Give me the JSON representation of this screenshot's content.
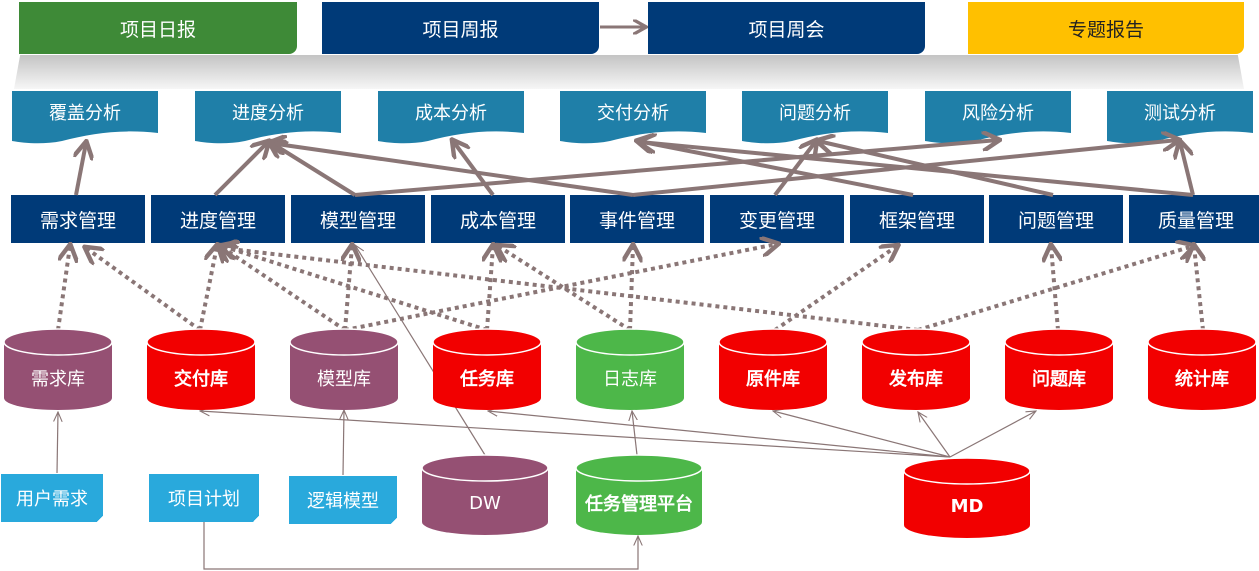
{
  "top_tabs": [
    {
      "label": "项目日报",
      "color": "#3e8a37"
    },
    {
      "label": "项目周报",
      "color": "#003a78"
    },
    {
      "label": "项目周会",
      "color": "#003a78"
    },
    {
      "label": "专题报告",
      "color": "#ffc000"
    }
  ],
  "analysis": [
    {
      "label": "覆盖分析"
    },
    {
      "label": "进度分析"
    },
    {
      "label": "成本分析"
    },
    {
      "label": "交付分析"
    },
    {
      "label": "问题分析"
    },
    {
      "label": "风险分析"
    },
    {
      "label": "测试分析"
    }
  ],
  "management": [
    {
      "label": "需求管理"
    },
    {
      "label": "进度管理"
    },
    {
      "label": "模型管理"
    },
    {
      "label": "成本管理"
    },
    {
      "label": "事件管理"
    },
    {
      "label": "变更管理"
    },
    {
      "label": "框架管理"
    },
    {
      "label": "问题管理"
    },
    {
      "label": "质量管理"
    }
  ],
  "repositories": [
    {
      "label": "需求库",
      "color": "#955073",
      "bold": false
    },
    {
      "label": "交付库",
      "color": "#f20000",
      "bold": true
    },
    {
      "label": "模型库",
      "color": "#955073",
      "bold": false
    },
    {
      "label": "任务库",
      "color": "#f20000",
      "bold": true
    },
    {
      "label": "日志库",
      "color": "#4db749",
      "bold": false
    },
    {
      "label": "原件库",
      "color": "#f20000",
      "bold": true
    },
    {
      "label": "发布库",
      "color": "#f20000",
      "bold": true
    },
    {
      "label": "问题库",
      "color": "#f20000",
      "bold": true
    },
    {
      "label": "统计库",
      "color": "#f20000",
      "bold": true
    }
  ],
  "sources": [
    {
      "label": "用户需求"
    },
    {
      "label": "项目计划"
    },
    {
      "label": "逻辑模型"
    }
  ],
  "platforms": [
    {
      "label": "DW",
      "color": "#955073",
      "bold": false
    },
    {
      "label": "任务管理平台",
      "color": "#4db749",
      "bold": true
    },
    {
      "label": "MD",
      "color": "#f20000",
      "bold": true
    }
  ],
  "colors": {
    "analysis": "#1f7fa8",
    "management": "#003a78",
    "source_note": "#29a9dc",
    "connector": "#8a7676"
  }
}
